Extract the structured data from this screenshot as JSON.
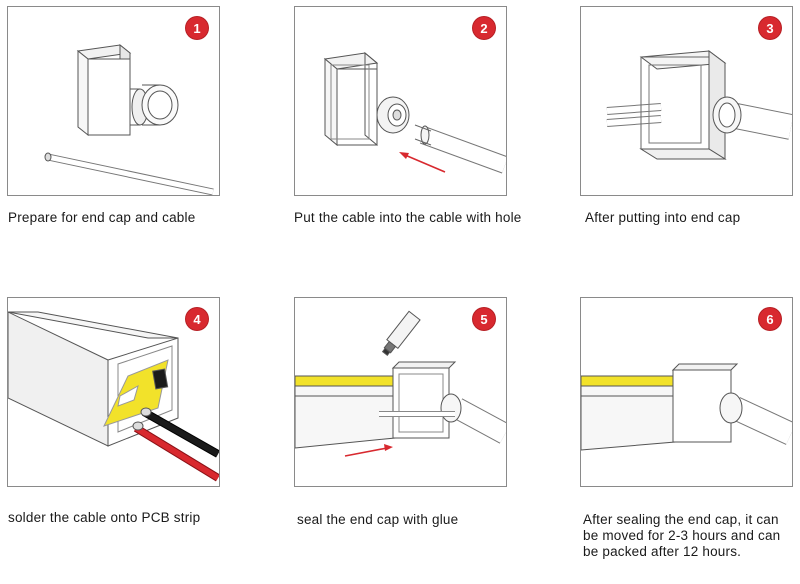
{
  "steps": [
    {
      "number": "1",
      "caption": "Prepare for end cap and cable"
    },
    {
      "number": "2",
      "caption": "Put the cable into the cable with hole"
    },
    {
      "number": "3",
      "caption": "After putting into end cap"
    },
    {
      "number": "4",
      "caption": "solder the cable onto PCB strip"
    },
    {
      "number": "5",
      "caption": "seal the end cap with glue"
    },
    {
      "number": "6",
      "caption": "After sealing the end cap, it can be moved for 2-3 hours and can be packed after 12 hours."
    }
  ],
  "colors": {
    "badge": "#d8292f",
    "arrow": "#d8292f",
    "strip_yellow": "#f2e22a",
    "wire_red": "#d8292f",
    "wire_black": "#1a1a1a"
  }
}
